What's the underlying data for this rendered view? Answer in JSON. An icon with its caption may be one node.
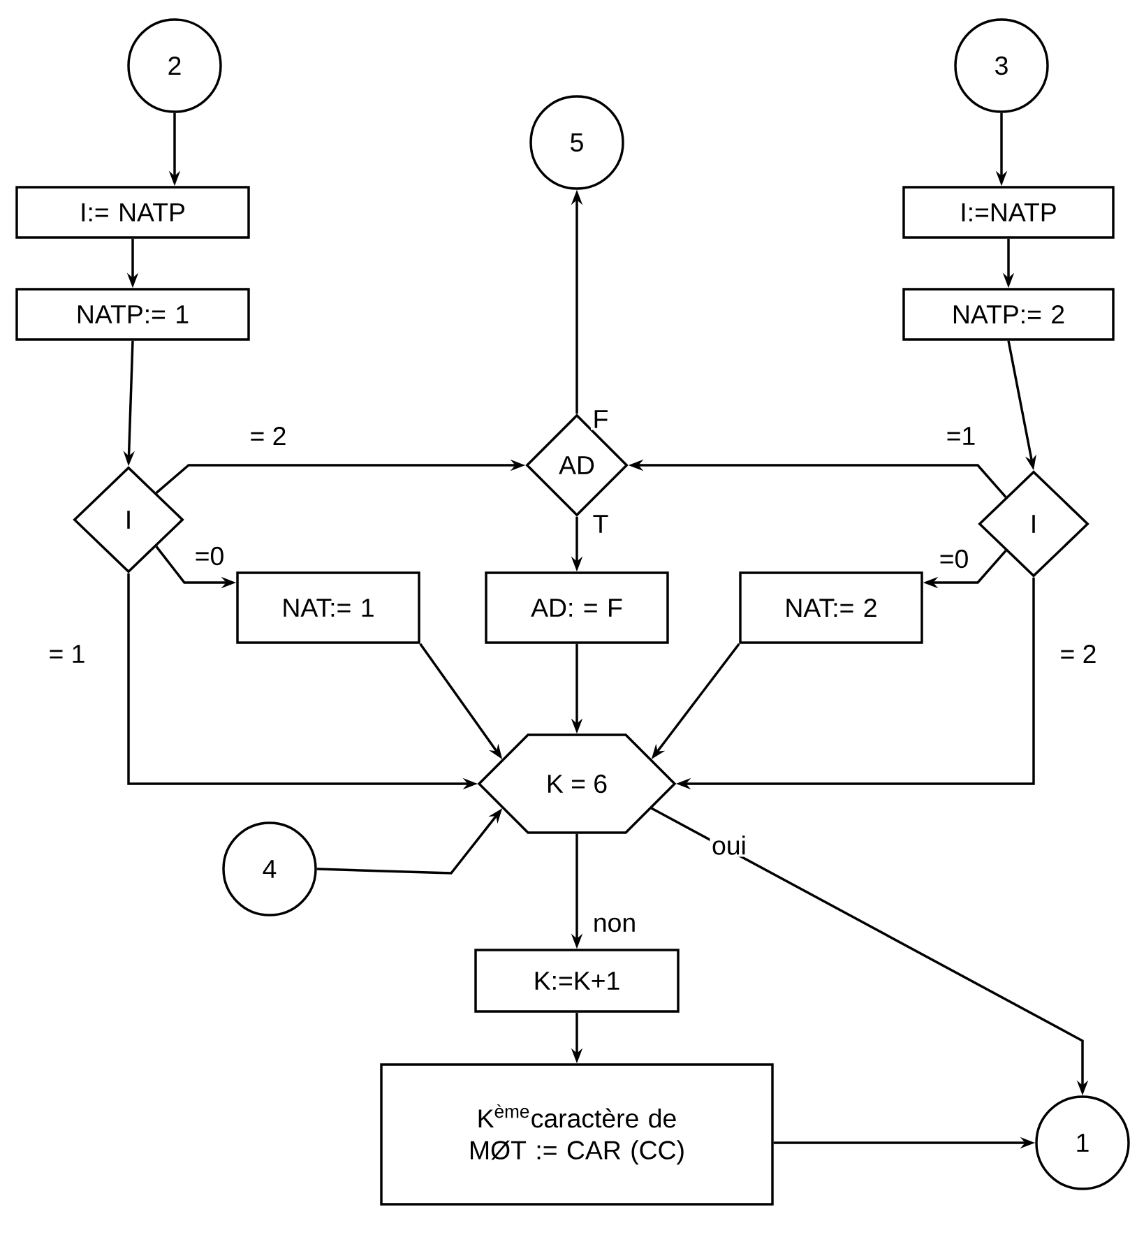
{
  "diagram": {
    "nodes": [
      {
        "text": [
          "2"
        ]
      },
      {
        "text": [
          "3"
        ]
      },
      {
        "text": [
          "I:= NATP"
        ]
      },
      {
        "text": [
          "I:=NATP"
        ]
      },
      {
        "text": [
          "5"
        ]
      },
      {
        "text": [
          "NATP:= 1"
        ]
      },
      {
        "text": [
          "NATP:= 2"
        ]
      },
      {
        "text": [
          "I"
        ]
      },
      {
        "text": [
          "AD"
        ]
      },
      {
        "text": [
          "I"
        ]
      },
      {
        "text": [
          "NAT:= 1"
        ]
      },
      {
        "text": [
          "AD: = F"
        ]
      },
      {
        "text": [
          "NAT:= 2"
        ]
      },
      {
        "text": [
          "K = 6"
        ]
      },
      {
        "text": [
          "4"
        ]
      },
      {
        "text": [
          "K:=K+1"
        ]
      },
      {
        "text": [
          "K$^{ème}$caractère de MØT := CAR (CC)"
        ]
      },
      {
        "text": [
          "1"
        ]
      }
    ],
    "edges": [
      {
        "from": 0,
        "to": 2,
        "arrow": "to"
      },
      {
        "from": 2,
        "to": 5,
        "arrow": "to"
      },
      {
        "from": 5,
        "to": 7,
        "arrow": "to"
      },
      {
        "from": 1,
        "to": 3,
        "arrow": "to"
      },
      {
        "from": 3,
        "to": 6,
        "arrow": "to"
      },
      {
        "from": 6,
        "to": 9,
        "arrow": "to"
      },
      {
        "from": 7,
        "to": 8,
        "arrow": "to",
        "label": "= 2"
      },
      {
        "from": 7,
        "to": 10,
        "arrow": "to",
        "label": "=0"
      },
      {
        "from": 7,
        "to": 13,
        "arrow": "to",
        "label": "= 1"
      },
      {
        "from": 9,
        "to": 8,
        "arrow": "to",
        "label": "=1"
      },
      {
        "from": 9,
        "to": 12,
        "arrow": "to",
        "label": "=0"
      },
      {
        "from": 9,
        "to": 13,
        "arrow": "to",
        "label": "= 2"
      },
      {
        "from": 8,
        "to": 4,
        "arrow": "to",
        "label": "F"
      },
      {
        "from": 8,
        "to": 11,
        "arrow": "to",
        "label": "T"
      },
      {
        "from": 10,
        "to": 13,
        "arrow": "to"
      },
      {
        "from": 11,
        "to": 13,
        "arrow": "to"
      },
      {
        "from": 12,
        "to": 13,
        "arrow": "to"
      },
      {
        "from": 14,
        "to": 13,
        "arrow": "to"
      },
      {
        "from": 13,
        "to": 15,
        "arrow": "to",
        "label": "non"
      },
      {
        "from": 13,
        "to": 17,
        "arrow": "to",
        "label": "oui"
      },
      {
        "from": 15,
        "to": 16,
        "arrow": "to"
      },
      {
        "from": 16,
        "to": 17,
        "arrow": "to"
      }
    ]
  }
}
